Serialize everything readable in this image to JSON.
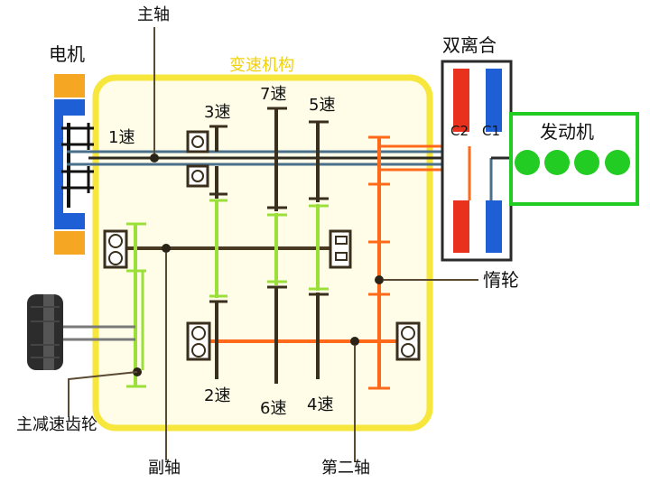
{
  "labels": {
    "main_shaft": "主轴",
    "motor": "电机",
    "transmission": "变速机构",
    "dual_clutch": "双离合",
    "engine": "发动机",
    "c2": "C2",
    "c1": "C1",
    "gear_1": "1速",
    "gear_2": "2速",
    "gear_3": "3速",
    "gear_4": "4速",
    "gear_5": "5速",
    "gear_6": "6速",
    "gear_7": "7速",
    "idler": "惰轮",
    "final_drive": "主减速齿轮",
    "countershaft": "副轴",
    "second_shaft": "第二轴"
  },
  "colors": {
    "housing_border": "#f7e63c",
    "housing_fill": "#fffde8",
    "motor_orange": "#f5a623",
    "motor_blue": "#1f5fd6",
    "clutch_red": "#e8321e",
    "clutch_blue": "#1f5fd6",
    "engine_green": "#22cc22",
    "shaft_blue": "#4a6f8a",
    "shaft_dark": "#4a3a22",
    "gear_green": "#9be03a",
    "gear_orange": "#ff6a1a",
    "gear_dark": "#3a2e1c"
  }
}
